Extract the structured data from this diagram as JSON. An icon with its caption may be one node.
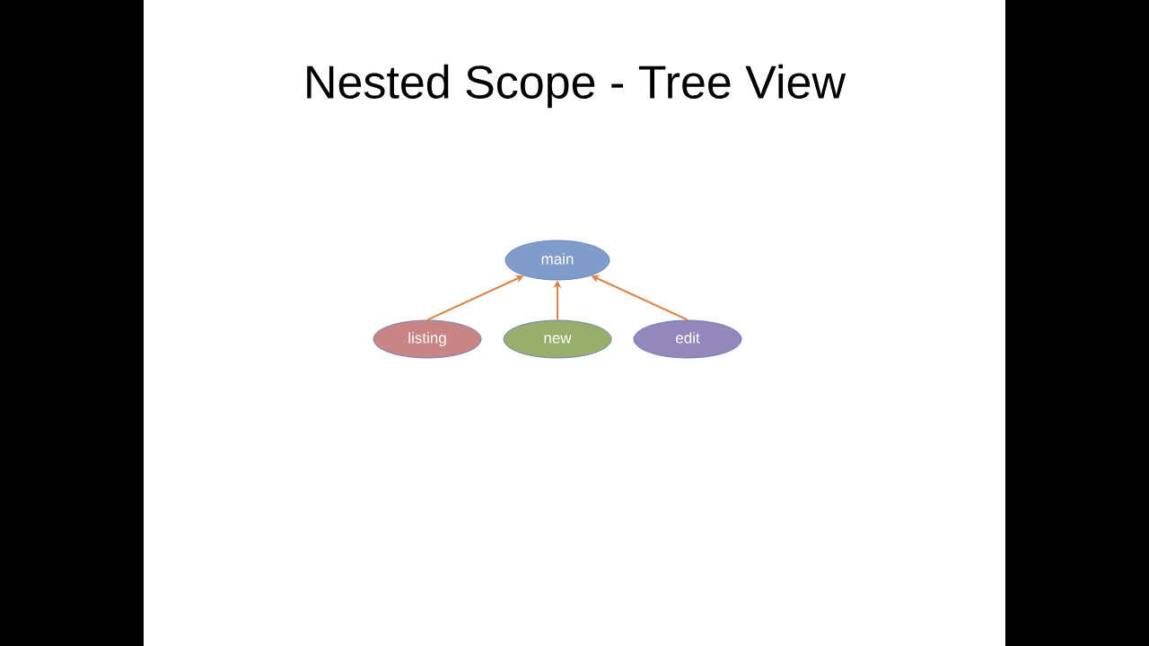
{
  "diagram": {
    "title": "Nested Scope - Tree View",
    "nodes": [
      {
        "text": [
          "main"
        ]
      },
      {
        "text": [
          "listing"
        ]
      },
      {
        "text": [
          "new"
        ]
      },
      {
        "text": [
          "edit"
        ]
      }
    ],
    "edges": [
      {
        "from": 1,
        "to": 0,
        "arrow": "to"
      },
      {
        "from": 2,
        "to": 0,
        "arrow": "to"
      },
      {
        "from": 3,
        "to": 0,
        "arrow": "to"
      }
    ]
  }
}
